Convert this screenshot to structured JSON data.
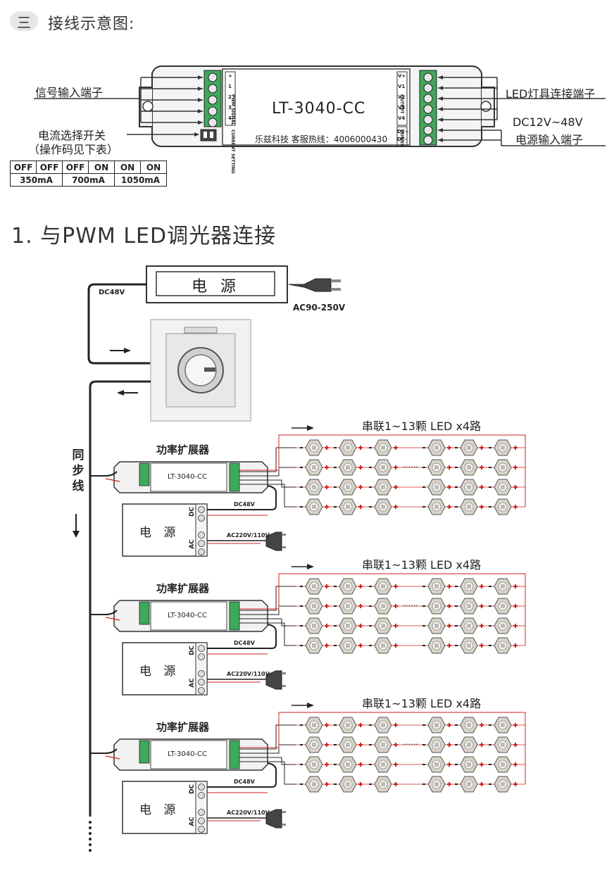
{
  "section": {
    "number": "三",
    "title": "接线示意图:"
  },
  "top_diagram": {
    "model": "LT-3040-CC",
    "hotline": "乐兹科技 客服热线：4006000430",
    "labels": {
      "signal_input": "信号输入端子",
      "current_switch": "电流选择开关",
      "switch_note": "（操作码见下表）",
      "led_terminal": "LED灯具连接端子",
      "power_voltage": "DC12V~48V",
      "power_terminal": "电源输入端子"
    },
    "small_labels": {
      "pwm_signal": "PWM SIGNAL",
      "current_setting": "CURRENT SETTING",
      "output": "OUTPUT",
      "power": "POWER",
      "signal_pins": [
        "+",
        "1",
        "2",
        "3",
        "4"
      ],
      "output_pins": [
        "V+",
        "V1",
        "V2",
        "V3",
        "V4"
      ],
      "power_pins": [
        "DC+",
        "DC-"
      ]
    },
    "current_table": {
      "rows": [
        [
          "OFF",
          "OFF",
          "OFF",
          "ON",
          "ON",
          "ON"
        ]
      ],
      "values": [
        "350mA",
        "700mA",
        "1050mA"
      ]
    }
  },
  "section1": {
    "title": "1. 与PWM LED调光器连接",
    "main_power": {
      "label": "电 源",
      "output": "DC48V",
      "input": "AC90-250V"
    },
    "sync_label": "同步线",
    "units": [
      {
        "amp_label": "功率扩展器",
        "amp_model": "LT-3040-CC",
        "led_label": "串联1~13颗 LED x4路",
        "psu_label": "电 源",
        "psu_dc": "DC",
        "psu_ac": "AC",
        "psu_out": "DC48V",
        "psu_in": "AC220V/110V",
        "ellipsis": "……"
      },
      {
        "amp_label": "功率扩展器",
        "amp_model": "LT-3040-CC",
        "led_label": "串联1~13颗 LED x4路",
        "psu_label": "电 源",
        "psu_dc": "DC",
        "psu_ac": "AC",
        "psu_out": "DC48V",
        "psu_in": "AC220V/110V",
        "ellipsis": "……"
      },
      {
        "amp_label": "功率扩展器",
        "amp_model": "LT-3040-CC",
        "led_label": "串联1~13颗 LED x4路",
        "psu_label": "电 源",
        "psu_dc": "DC",
        "psu_ac": "AC",
        "psu_out": "DC48V",
        "psu_in": "AC220V/110V",
        "ellipsis": "……"
      }
    ]
  },
  "colors": {
    "wire": "#222222",
    "accent_red": "#d42020",
    "led_body": "#d8d4c8",
    "terminal_green": "#3fa85a"
  }
}
